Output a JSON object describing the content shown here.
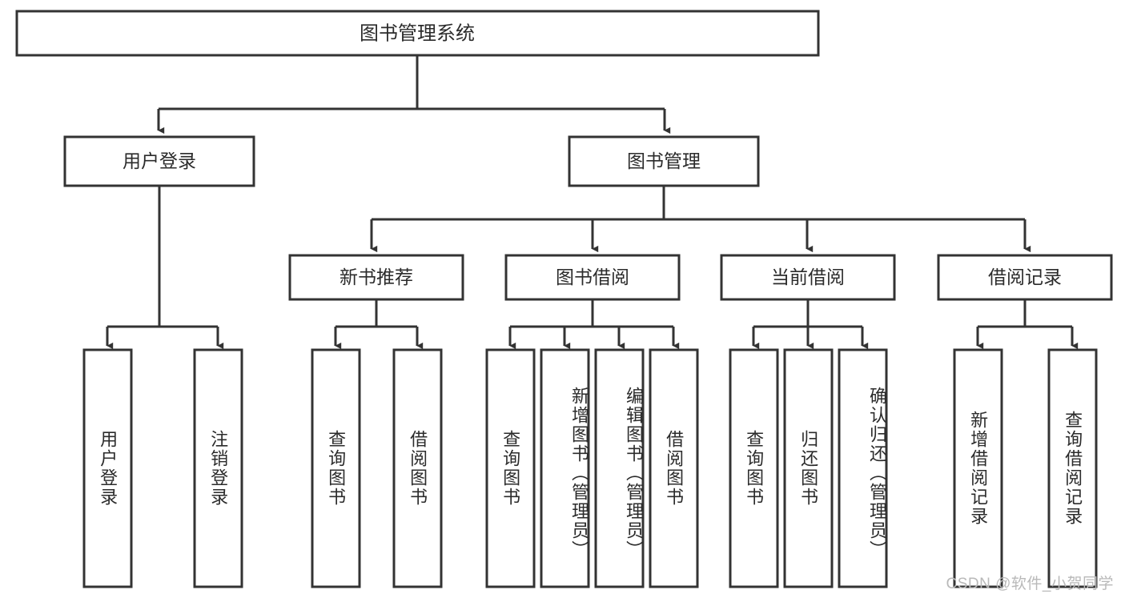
{
  "diagram": {
    "type": "tree",
    "title": "图书管理系统",
    "orientation": "top-down",
    "colors": {
      "box_stroke": "#333333",
      "box_fill": "#ffffff",
      "text": "#2b2b2b",
      "background": "#ffffff",
      "watermark": "#b9b9b9"
    },
    "root": {
      "label": "图书管理系统"
    },
    "level2": [
      {
        "label": "用户登录"
      },
      {
        "label": "图书管理"
      }
    ],
    "level3": [
      {
        "label": "新书推荐"
      },
      {
        "label": "图书借阅"
      },
      {
        "label": "当前借阅"
      },
      {
        "label": "借阅记录"
      }
    ],
    "leaves": {
      "user_login": [
        {
          "label": "用户登录"
        },
        {
          "label": "注销登录"
        }
      ],
      "new_book": [
        {
          "label": "查询图书"
        },
        {
          "label": "借阅图书"
        }
      ],
      "book_borrow": [
        {
          "label": "查询图书"
        },
        {
          "label": "新增图书（管理员）"
        },
        {
          "label": "编辑图书（管理员）"
        },
        {
          "label": "借阅图书"
        }
      ],
      "current_borrow": [
        {
          "label": "查询图书"
        },
        {
          "label": "归还图书"
        },
        {
          "label": "确认归还（管理员）"
        }
      ],
      "borrow_record": [
        {
          "label": "新增借阅记录"
        },
        {
          "label": "查询借阅记录"
        }
      ]
    }
  },
  "watermark": {
    "text": "CSDN @软件_小贺同学"
  }
}
